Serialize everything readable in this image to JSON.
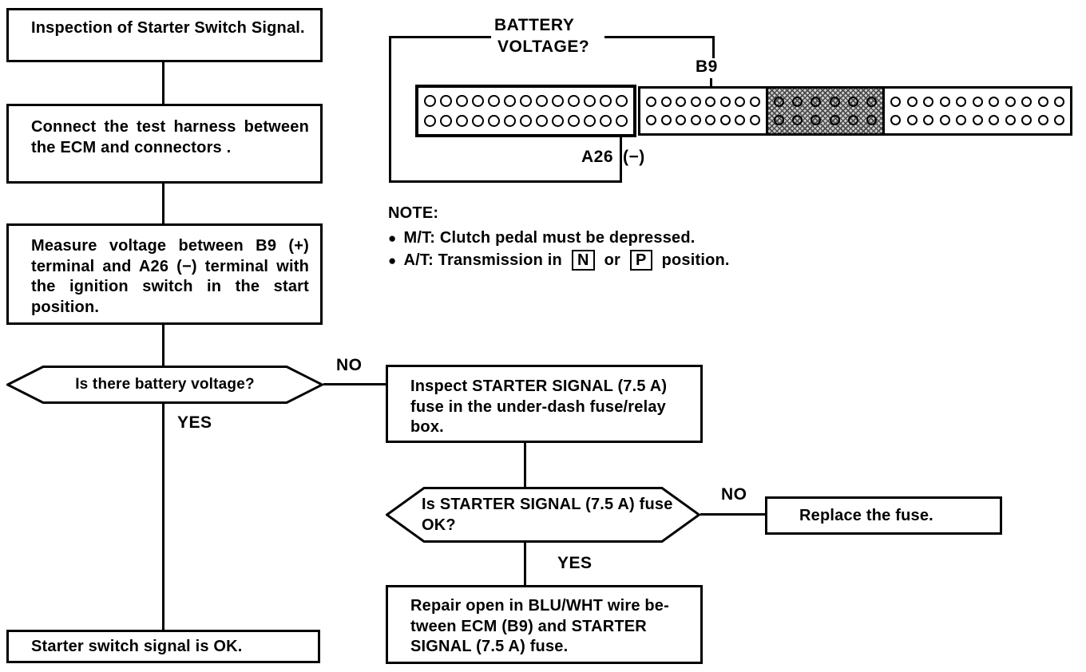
{
  "colors": {
    "ink": "#000000",
    "paper": "#ffffff"
  },
  "flowchart": {
    "title_box": "Inspection of Starter Switch Signal.",
    "connect_box": "Connect the test harness between the ECM and connectors .",
    "measure_box": "Measure voltage between B9 (+) terminal and A26 (−) terminal with the ignition switch in the start position.",
    "battery_decision": "Is there battery voltage?",
    "no1": "NO",
    "yes1": "YES",
    "inspect_fuse_box": "Inspect STARTER SIGNAL (7.5 A) fuse in the under-dash fuse/relay box.",
    "fuse_decision": "Is STARTER SIGNAL (7.5 A) fuse OK?",
    "no2": "NO",
    "yes2": "YES",
    "replace_fuse_box": "Replace the fuse.",
    "repair_box_lines": [
      "Repair open in BLU/WHT wire be-",
      "tween ECM (B9) and STARTER",
      "SIGNAL (7.5 A) fuse."
    ],
    "ok_box": "Starter switch signal is OK."
  },
  "connector": {
    "battery_label_line1": "BATTERY",
    "battery_label_line2": "VOLTAGE?",
    "b9_label": "B9",
    "a26_label_part1": "A26",
    "a26_label_part2": "(−)",
    "blocks": [
      {
        "name": "ecm-connector-block-1",
        "cols": 13,
        "rows": 2,
        "shaded": false
      },
      {
        "name": "ecm-connector-block-2",
        "cols": 8,
        "rows": 2,
        "shaded": false
      },
      {
        "name": "ecm-connector-block-3",
        "cols": 6,
        "rows": 2,
        "shaded": true
      },
      {
        "name": "ecm-connector-block-4",
        "cols": 11,
        "rows": 2,
        "shaded": false
      }
    ]
  },
  "note": {
    "title": "NOTE:",
    "item1_bullet": "●",
    "item1_text": "M/T: Clutch pedal must be depressed.",
    "item2_bullet": "●",
    "item2_before": "A/T: Transmission in",
    "item2_boxed_n": "N",
    "item2_mid": "or",
    "item2_boxed_p": "P",
    "item2_after": "position."
  }
}
